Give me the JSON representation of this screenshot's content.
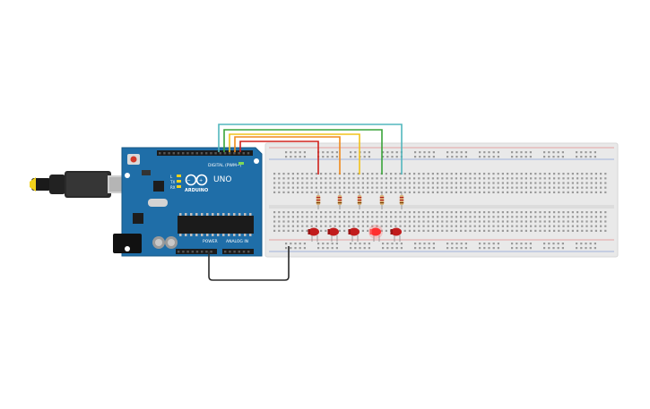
{
  "board": {
    "brand": "ARDUINO",
    "model": "UNO",
    "header_digital": "DIGITAL (PWM~)",
    "header_analog": "ANALOG IN",
    "header_power": "POWER",
    "label_tx": "TX",
    "label_rx": "RX",
    "label_l": "L"
  },
  "colors": {
    "board": "#1f6ea8",
    "breadboard": "#e9e9e9",
    "wire_red": "#d0201b",
    "wire_orange": "#f08a1c",
    "wire_yellow": "#f2c21b",
    "wire_green": "#3aa43a",
    "wire_teal": "#52b7bd",
    "wire_black": "#2b2b2b",
    "led": "#c11c1c",
    "led_lit": "#ff3030",
    "resistor": "#d9b37a"
  },
  "components": {
    "led_count": 5,
    "resistor_count": 5,
    "lit_led": 4
  }
}
